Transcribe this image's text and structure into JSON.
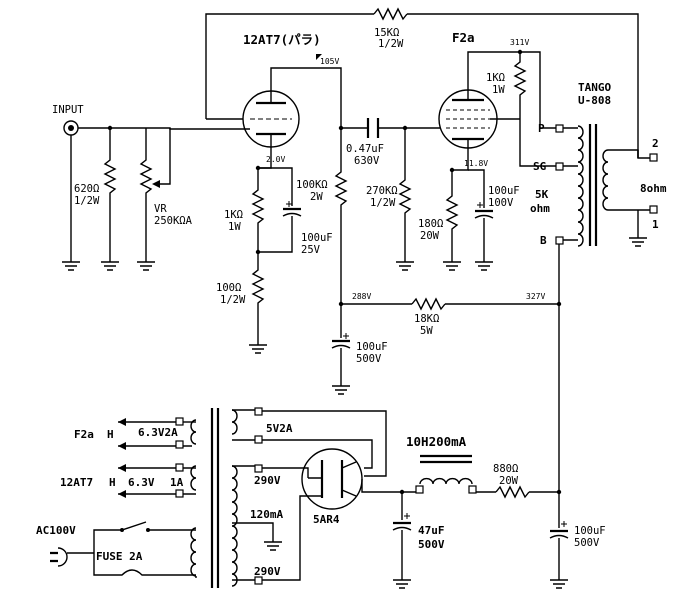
{
  "input": {
    "label": "INPUT"
  },
  "tubes": {
    "v1": {
      "name": "12AT7(パラ)",
      "plate_voltage": "105V",
      "cathode_voltage": "2.0V"
    },
    "v2": {
      "name": "F2a",
      "plate_voltage": "311V",
      "cathode_voltage": "11.8V"
    },
    "rect": {
      "name": "5AR4"
    }
  },
  "resistors": {
    "r_in": {
      "value": "620Ω",
      "rating": "1/2W"
    },
    "vr": {
      "name": "VR",
      "value": "250KΩA"
    },
    "rk1": {
      "value": "1KΩ",
      "rating": "1W"
    },
    "rk1b": {
      "value": "100Ω",
      "rating": "1/2W"
    },
    "rl1": {
      "value": "100KΩ",
      "rating": "2W"
    },
    "rg2": {
      "value": "270KΩ",
      "rating": "1/2W"
    },
    "rk2": {
      "value": "180Ω",
      "rating": "20W"
    },
    "rfb": {
      "value": "15KΩ",
      "rating": "1/2W"
    },
    "rp2": {
      "value": "1KΩ",
      "rating": "1W"
    },
    "rdrop": {
      "value": "18KΩ",
      "rating": "5W"
    },
    "rps": {
      "value": "880Ω",
      "rating": "20W"
    }
  },
  "capacitors": {
    "ck1": {
      "value": "100uF",
      "rating": "25V"
    },
    "cc": {
      "value": "0.47uF",
      "rating": "630V"
    },
    "ck2": {
      "value": "100uF",
      "rating": "100V"
    },
    "cd1": {
      "value": "100uF",
      "rating": "500V"
    },
    "cf1": {
      "value": "47uF",
      "rating": "500V"
    },
    "cf2": {
      "value": "100uF",
      "rating": "500V"
    }
  },
  "nodes": {
    "n288": "288V",
    "n327": "327V"
  },
  "output_transformer": {
    "brand": "TANGO",
    "model": "U-808",
    "pin_p": "P",
    "pin_sg": "SG",
    "pin_b": "B",
    "impedance_primary": "5K",
    "impedance_unit": "ohm",
    "impedance_secondary": "8ohm",
    "pin_2": "2",
    "pin_1": "1"
  },
  "power_transformer": {
    "heater1_load": "F2a",
    "heater1_h": "H",
    "heater1_rating": "6.3V2A",
    "heater2_load": "12AT7",
    "heater2_h": "H",
    "heater2_voltage": "6.3V",
    "heater2_current": "1A",
    "rect_heater": "5V2A",
    "hv_top": "290V",
    "hv_current": "120mA",
    "hv_bottom": "290V"
  },
  "choke": {
    "value": "10H200mA"
  },
  "mains": {
    "label": "AC100V",
    "fuse": "FUSE 2A"
  }
}
